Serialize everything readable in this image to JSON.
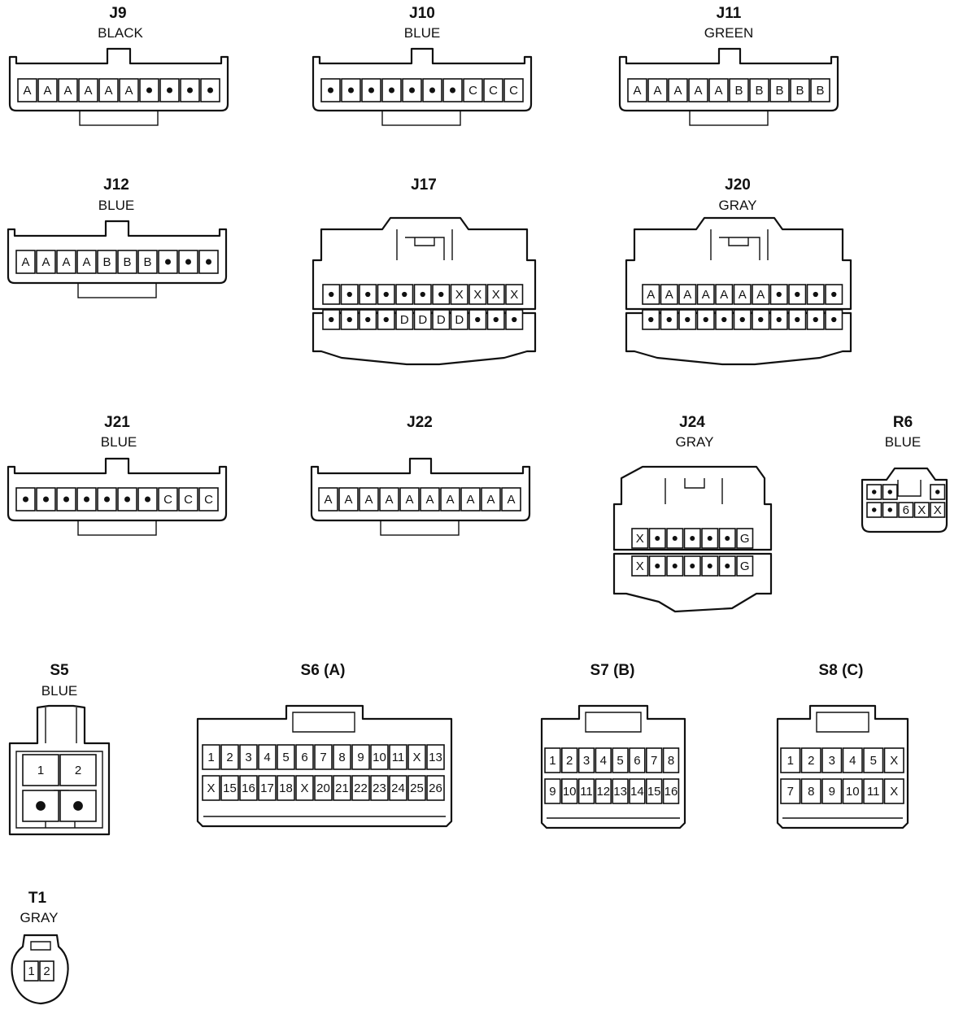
{
  "connectors": [
    {
      "name": "J9",
      "color": "BLACK",
      "rows": [
        [
          "A",
          "A",
          "A",
          "A",
          "A",
          "A",
          "•",
          "•",
          "•",
          "•"
        ]
      ]
    },
    {
      "name": "J10",
      "color": "BLUE",
      "rows": [
        [
          "•",
          "•",
          "•",
          "•",
          "•",
          "•",
          "•",
          "C",
          "C",
          "C"
        ]
      ]
    },
    {
      "name": "J11",
      "color": "GREEN",
      "rows": [
        [
          "A",
          "A",
          "A",
          "A",
          "A",
          "B",
          "B",
          "B",
          "B",
          "B"
        ]
      ]
    },
    {
      "name": "J12",
      "color": "BLUE",
      "rows": [
        [
          "A",
          "A",
          "A",
          "A",
          "B",
          "B",
          "B",
          "•",
          "•",
          "•"
        ]
      ]
    },
    {
      "name": "J17",
      "color": "",
      "rows": [
        [
          "•",
          "•",
          "•",
          "•",
          "•",
          "•",
          "•",
          "X",
          "X",
          "X",
          "X"
        ],
        [
          "•",
          "•",
          "•",
          "•",
          "D",
          "D",
          "D",
          "D",
          "•",
          "•",
          "•"
        ]
      ]
    },
    {
      "name": "J20",
      "color": "GRAY",
      "rows": [
        [
          "A",
          "A",
          "A",
          "A",
          "A",
          "A",
          "A",
          "•",
          "•",
          "•",
          "•"
        ],
        [
          "•",
          "•",
          "•",
          "•",
          "•",
          "•",
          "•",
          "•",
          "•",
          "•",
          "•"
        ]
      ]
    },
    {
      "name": "J21",
      "color": "BLUE",
      "rows": [
        [
          "•",
          "•",
          "•",
          "•",
          "•",
          "•",
          "•",
          "C",
          "C",
          "C"
        ]
      ]
    },
    {
      "name": "J22",
      "color": "",
      "rows": [
        [
          "A",
          "A",
          "A",
          "A",
          "A",
          "A",
          "A",
          "A",
          "A",
          "A"
        ]
      ]
    },
    {
      "name": "J24",
      "color": "GRAY",
      "rows": [
        [
          "X",
          "•",
          "•",
          "•",
          "•",
          "•",
          "G"
        ],
        [
          "X",
          "•",
          "•",
          "•",
          "•",
          "•",
          "G"
        ]
      ]
    },
    {
      "name": "R6",
      "color": "BLUE",
      "rows": [
        [
          "•",
          "•",
          "",
          "",
          "•"
        ],
        [
          "•",
          "•",
          "6",
          "X",
          "X"
        ]
      ]
    },
    {
      "name": "S5",
      "color": "BLUE",
      "rows": [
        [
          "1",
          "2"
        ],
        [
          "•",
          "•"
        ]
      ]
    },
    {
      "name": "S6 (A)",
      "color": "",
      "rows": [
        [
          "1",
          "2",
          "3",
          "4",
          "5",
          "6",
          "7",
          "8",
          "9",
          "10",
          "11",
          "X",
          "13"
        ],
        [
          "X",
          "15",
          "16",
          "17",
          "18",
          "X",
          "20",
          "21",
          "22",
          "23",
          "24",
          "25",
          "26"
        ]
      ]
    },
    {
      "name": "S7 (B)",
      "color": "",
      "rows": [
        [
          "1",
          "2",
          "3",
          "4",
          "5",
          "6",
          "7",
          "8"
        ],
        [
          "9",
          "10",
          "11",
          "12",
          "13",
          "14",
          "15",
          "16"
        ]
      ]
    },
    {
      "name": "S8 (C)",
      "color": "",
      "rows": [
        [
          "1",
          "2",
          "3",
          "4",
          "5",
          "X"
        ],
        [
          "7",
          "8",
          "9",
          "10",
          "11",
          "X"
        ]
      ]
    },
    {
      "name": "T1",
      "color": "GRAY",
      "rows": [
        [
          "1",
          "2"
        ]
      ]
    }
  ]
}
